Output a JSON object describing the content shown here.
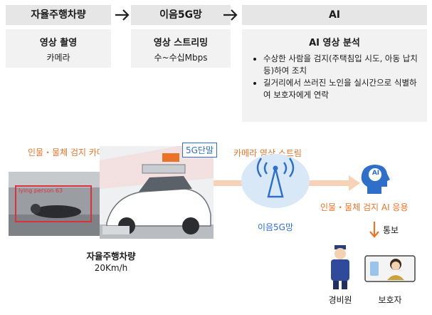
{
  "header": {
    "step1": "자율주행차량",
    "step2": "이음5G망",
    "step3": "AI"
  },
  "box1": {
    "title": "영상 촬영",
    "sub": "카메라"
  },
  "box2": {
    "title": "영상 스트리밍",
    "sub": "수~수십Mbps"
  },
  "box3": {
    "title": "AI 영상 분석",
    "bullets": [
      "수상한 사람을 검지(주택침입 시도, 아동 납치 등)하여 조치",
      "길거리에서 쓰러진 노인을 실시간으로 식별하여 보호자에게 연락"
    ]
  },
  "lower": {
    "camera_label": "인물・물체 검지 카메라",
    "badge_5g": "5G단말",
    "detect_label": "lying person 63",
    "car_label": "자율주행차량",
    "car_speed": "20Km/h",
    "stream_label": "카메라 영상 스트림",
    "network_label": "이음5G망",
    "ai_app_label": "인물・물체 검지 AI 응용",
    "ai_head_text": "AI",
    "notify_label": "통보",
    "guard_label": "경비원",
    "guardian_label": "보호자"
  },
  "colors": {
    "orange": "#e8742a",
    "blue": "#2f6fc9",
    "header_bg": "#e6e6e6",
    "box_bg": "#f2f2f2"
  }
}
